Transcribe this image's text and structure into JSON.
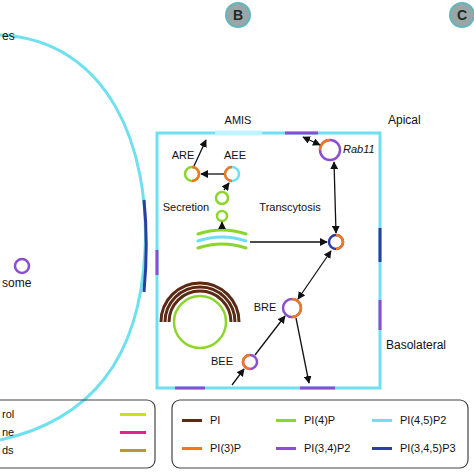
{
  "diagram": {
    "nodes": [
      {
        "text": [
          "B"
        ]
      },
      {
        "text": [
          "C"
        ]
      }
    ],
    "labels": [
      "es",
      "some",
      "AMIS",
      "Apical",
      "ARE",
      "AEE",
      "Rab11",
      "Secretion",
      "Transcytosis",
      "BRE",
      "BEE",
      "Basolateral"
    ],
    "legend": [
      {
        "text": "rol",
        "color": "#c8e600"
      },
      {
        "text": "ne",
        "color": "#e8208c"
      },
      {
        "text": "ds",
        "color": "#b8963c"
      },
      {
        "text": "PI",
        "color": "#5a2a14"
      },
      {
        "text": "PI(4)P",
        "color": "#8cd52c"
      },
      {
        "text": "PI(4,5)P2",
        "color": "#6fe0f0"
      },
      {
        "text": "PI(3)P",
        "color": "#f07820"
      },
      {
        "text": "PI(3,4)P2",
        "color": "#8a4fd0"
      },
      {
        "text": "PI(3,4,5)P3",
        "color": "#2a3fa0"
      }
    ]
  }
}
